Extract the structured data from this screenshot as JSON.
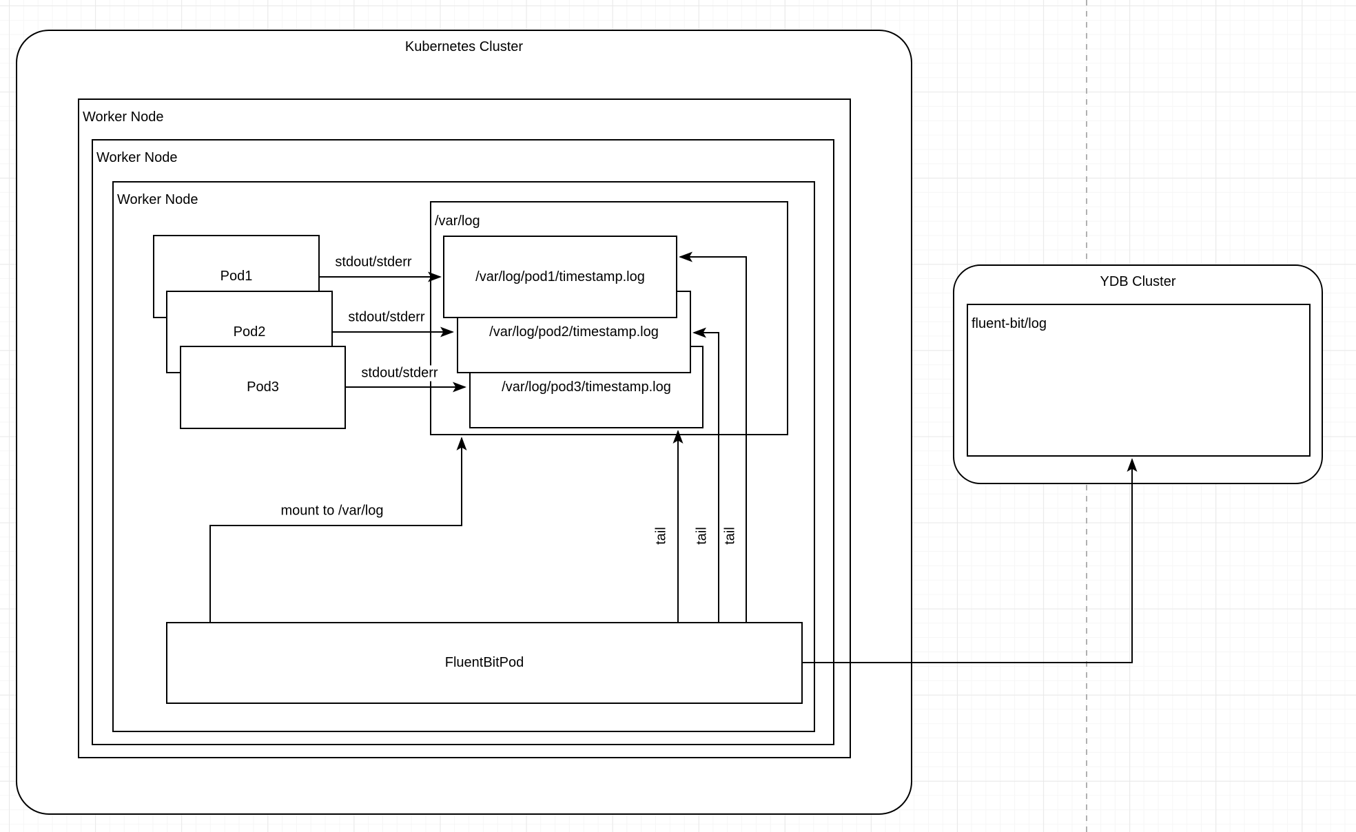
{
  "colors": {
    "stroke": "#000000",
    "shape_fill": "#ffffff",
    "grid_minor": "#f6f6f6",
    "grid_major": "#e8e8e8",
    "page_divider": "#b0b0b0"
  },
  "kubernetes_cluster": {
    "title": "Kubernetes Cluster"
  },
  "worker_nodes": {
    "outer": {
      "label": "Worker Node"
    },
    "middle": {
      "label": "Worker Node"
    },
    "inner": {
      "label": "Worker Node"
    }
  },
  "pods": [
    {
      "label": "Pod1"
    },
    {
      "label": "Pod2"
    },
    {
      "label": "Pod3"
    }
  ],
  "var_log_folder": {
    "title": "/var/log"
  },
  "log_files": [
    {
      "path": "/var/log/pod1/timestamp.log"
    },
    {
      "path": "/var/log/pod2/timestamp.log"
    },
    {
      "path": "/var/log/pod3/timestamp.log"
    }
  ],
  "fluentbit_pod": {
    "label": "FluentBitPod"
  },
  "ydb_cluster": {
    "title": "YDB Cluster",
    "log_table": {
      "label": "fluent-bit/log"
    }
  },
  "edges": {
    "stdout": [
      {
        "label": "stdout/stderr"
      },
      {
        "label": "stdout/stderr"
      },
      {
        "label": "stdout/stderr"
      }
    ],
    "tail": [
      {
        "label": "tail"
      },
      {
        "label": "tail"
      },
      {
        "label": "tail"
      }
    ],
    "mount": {
      "label": "mount to /var/log"
    }
  }
}
